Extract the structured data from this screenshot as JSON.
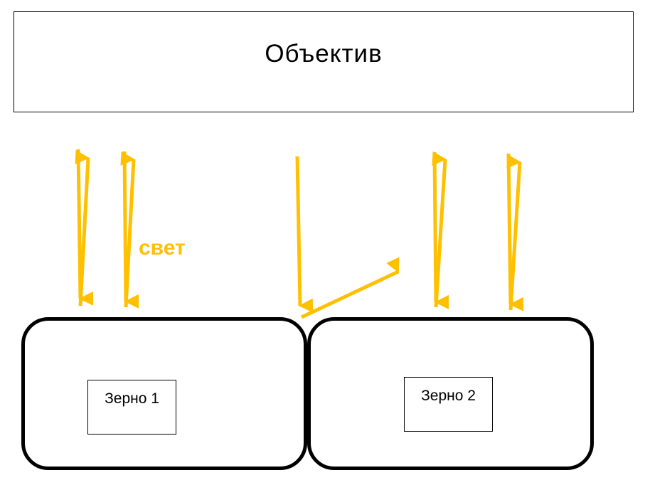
{
  "objective": {
    "title": "Объектив"
  },
  "light_label": "свет",
  "grains": [
    {
      "label": "Зерно 1"
    },
    {
      "label": "Зерно 2"
    }
  ],
  "colors": {
    "light": "#FFC000",
    "outline": "#000000",
    "background": "#FFFFFF"
  }
}
